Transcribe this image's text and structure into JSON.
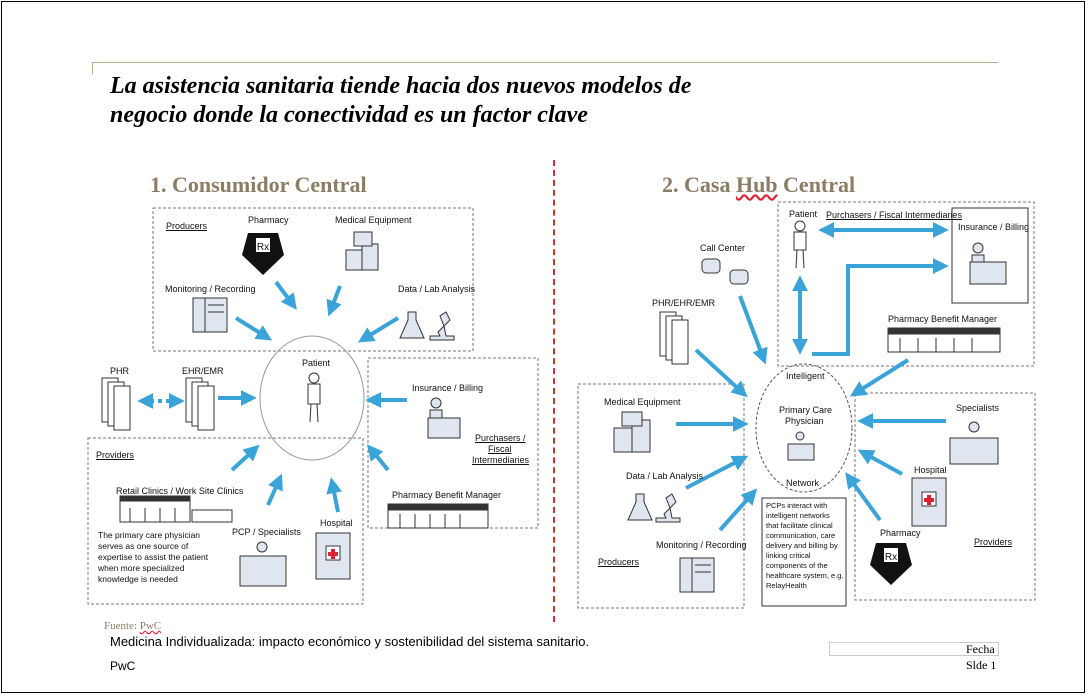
{
  "title_line1": "La asistencia sanitaria tiende hacia dos nuevos modelos de",
  "title_line2": "negocio donde la conectividad es un factor clave",
  "left": {
    "heading": "1. Consumidor Central",
    "producers": "Producers",
    "pharmacy": "Pharmacy",
    "medical_equipment": "Medical Equipment",
    "monitoring": "Monitoring / Recording",
    "data_lab": "Data / Lab Analysis",
    "phr": "PHR",
    "ehr": "EHR/EMR",
    "patient": "Patient",
    "insurance": "Insurance / Billing",
    "purchasers": "Purchasers /",
    "fiscal": "Fiscal",
    "intermediaries": "Intermediaries",
    "providers": "Providers",
    "retail": "Retail Clinics / Work Site Clinics",
    "note": "The primary care physician serves as one source of expertise to assist the patient when more specialized knowledge is needed",
    "pcp": "PCP / Specialists",
    "hospital": "Hospital",
    "pbm": "Pharmacy Benefit Manager"
  },
  "right": {
    "heading_num": "2. Casa ",
    "heading_hub": "Hub",
    "heading_rest": " Central",
    "patient": "Patient",
    "purchasers": "Purchasers / Fiscal Intermediaries",
    "insurance": "Insurance / Billing",
    "call_center": "Call Center",
    "phr": "PHR/EHR/EMR",
    "pbm": "Pharmacy Benefit Manager",
    "intelligent": "Intelligent",
    "pcp_line1": "Primary Care",
    "pcp_line2": "Physician",
    "network": "Network",
    "medical_equipment": "Medical Equipment",
    "data_lab": "Data / Lab Analysis",
    "monitoring": "Monitoring / Recording",
    "producers": "Producers",
    "specialists": "Specialists",
    "hospital": "Hospital",
    "pharmacy": "Pharmacy",
    "providers": "Providers",
    "note": "PCPs interact with intelligent networks that facilitate clinical communication, care delivery and billing by linking critical components of the healthcare system, e.g. RelayHealth"
  },
  "footer": {
    "source_prefix": "Fuente: ",
    "source_name": "PwC",
    "text": "Medicina Individualizada: impacto económico y sostenibilidad del sistema sanitario.",
    "company": "PwC",
    "fecha": "Fecha",
    "slide": "Slde 1"
  },
  "colors": {
    "arrow": "#3aa3d8",
    "heading": "#8a7d63",
    "divider": "#c0392b"
  }
}
